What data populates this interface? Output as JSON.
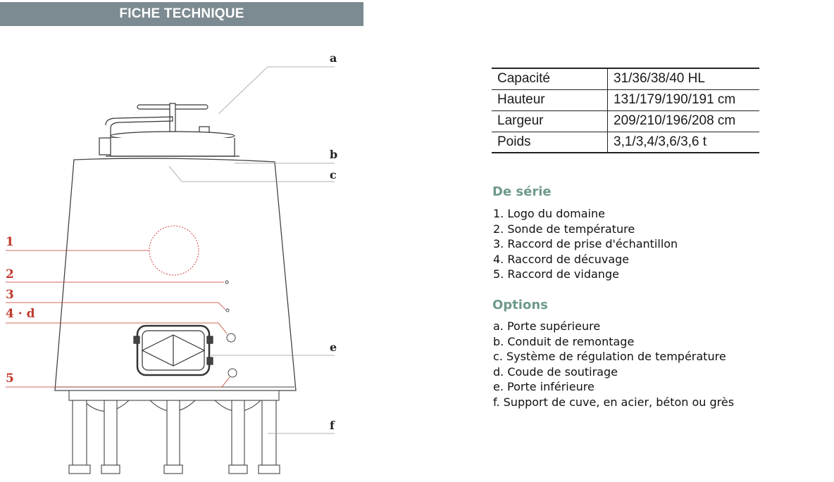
{
  "header": {
    "title": "FICHE TECHNIQUE"
  },
  "specs": [
    {
      "label": "Capacité",
      "value": "31/36/38/40 HL"
    },
    {
      "label": "Hauteur",
      "value": "131/179/190/191 cm"
    },
    {
      "label": "Largeur",
      "value": "209/210/196/208 cm"
    },
    {
      "label": "Poids",
      "value": "3,1/3,4/3,6/3,6 t"
    }
  ],
  "serie": {
    "title": "De série",
    "items": [
      "1. Logo du domaine",
      "2. Sonde de température",
      "3. Raccord de prise d'échantillon",
      "4. Raccord de décuvage",
      "5. Raccord de vidange"
    ]
  },
  "options": {
    "title": "Options",
    "items": [
      "a. Porte supérieure",
      "b. Conduit de remontage",
      "c. Système de régulation de température",
      "d. Coude de soutirage",
      "e. Porte inférieure",
      "f. Support de cuve, en acier, béton ou grès"
    ]
  },
  "diagram_labels": {
    "a": "a",
    "b": "b",
    "c": "c",
    "e": "e",
    "f": "f",
    "n1": "1",
    "n2": "2",
    "n3": "3",
    "n4": "4 · d",
    "n5": "5"
  },
  "colors": {
    "banner": "#7c8a91",
    "section_title": "#6e9a8a",
    "callout_red": "#c0392b",
    "callout_gray": "#999999"
  }
}
